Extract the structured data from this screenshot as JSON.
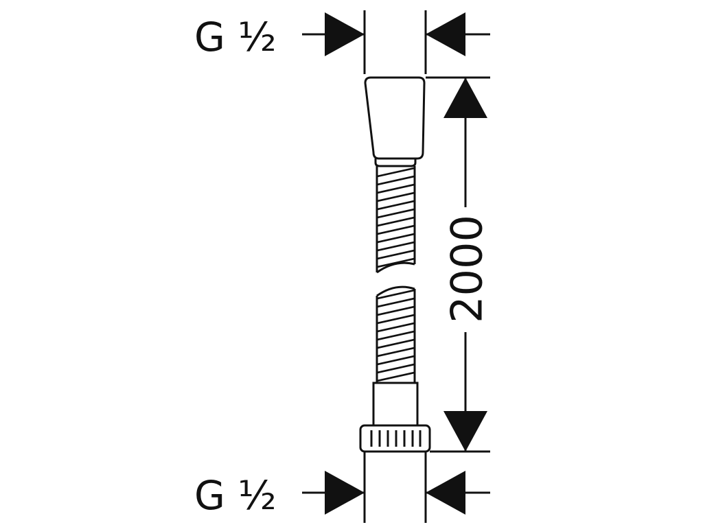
{
  "labels": {
    "thread_top": "G ½",
    "thread_bottom": "G ½",
    "hose_length": "2000"
  },
  "colors": {
    "ink": "#111111",
    "background": "#ffffff"
  }
}
